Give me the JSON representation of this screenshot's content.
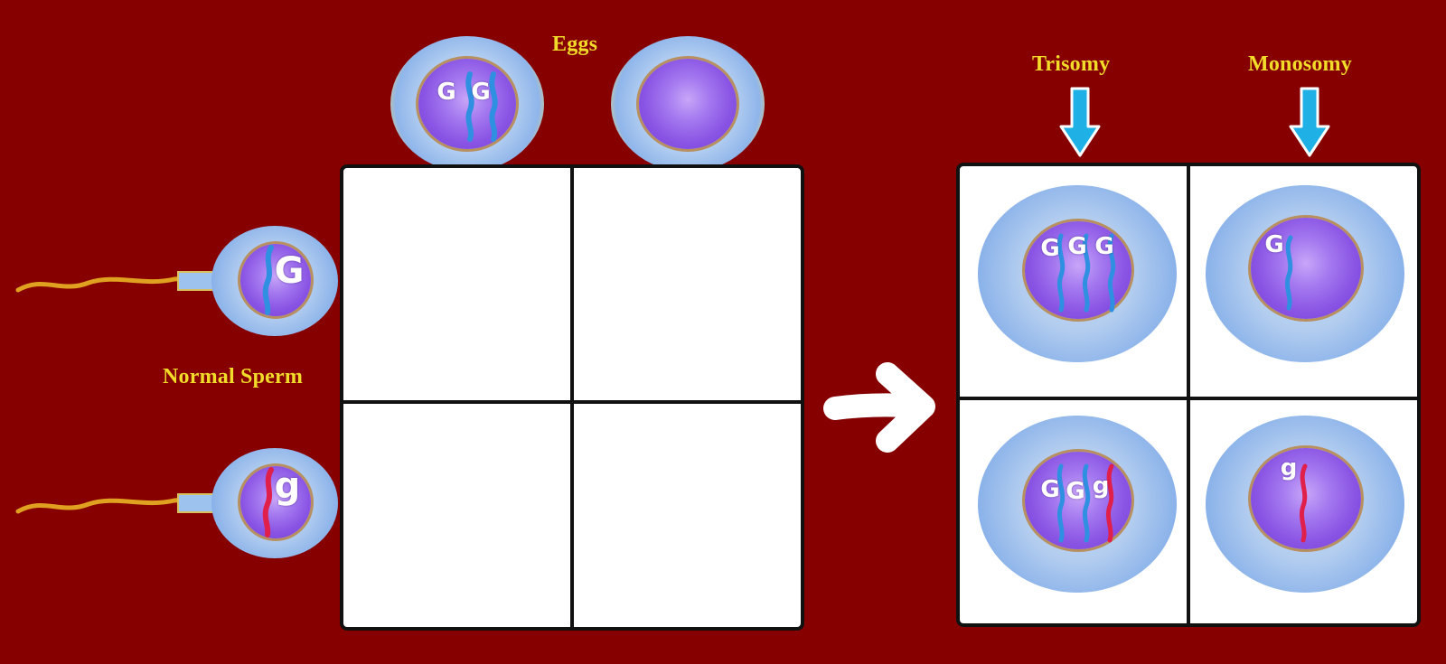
{
  "labels": {
    "eggs": "Eggs",
    "normal_sperm": "Normal Sperm",
    "trisomy": "Trisomy",
    "monosomy": "Monosomy"
  },
  "eggs": [
    {
      "letters": [
        "G",
        "G"
      ]
    },
    {
      "letters": []
    }
  ],
  "sperm": [
    {
      "letter": "G",
      "chromosome_color": "#2f8fe0"
    },
    {
      "letter": "g",
      "chromosome_color": "#e0204a"
    }
  ],
  "results": [
    {
      "letters": [
        "G",
        "G",
        "G"
      ]
    },
    {
      "letters": [
        "G"
      ]
    },
    {
      "letters": [
        "G",
        "G",
        "g"
      ]
    },
    {
      "letters": [
        "g"
      ]
    }
  ],
  "colors": {
    "background": "#870000",
    "label": "#f2dc2a",
    "chromosome_dominant": "#2f8fe0",
    "chromosome_recessive": "#e0204a",
    "arrow": "#1fb0e6"
  }
}
